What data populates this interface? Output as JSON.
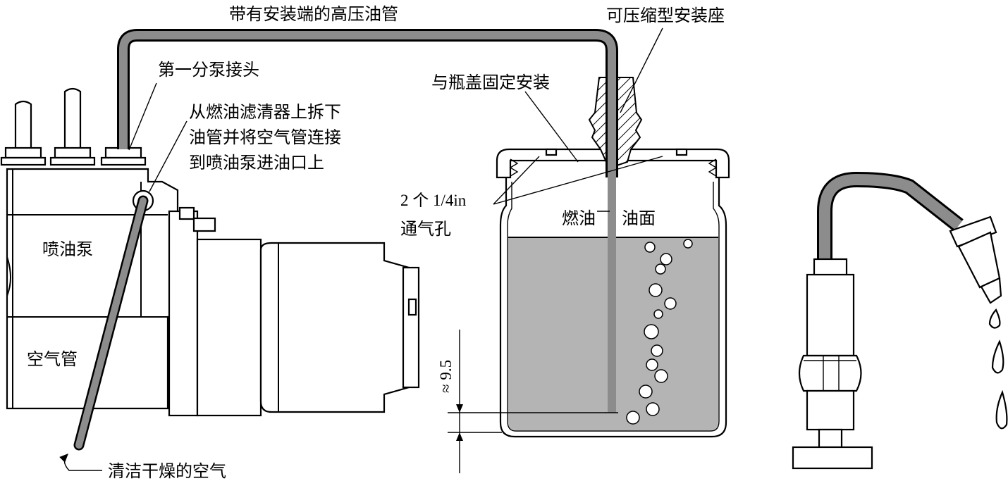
{
  "labels": {
    "high_pressure_pipe": "带有安装端的高压油管",
    "compressible_seat": "可压缩型安装座",
    "first_pump_fitting": "第一分泵接头",
    "cap_mount": "与瓶盖固定安装",
    "remove_pipe_line1": "从燃油滤清器上拆下",
    "remove_pipe_line2": "油管并将空气管连接",
    "remove_pipe_line3": "到喷油泵进油口上",
    "vent_holes_line1": "2 个 1/4in",
    "vent_holes_line2": "通气孔",
    "fuel": "燃油",
    "oil_level": "油面",
    "injection_pump": "喷油泵",
    "air_pipe": "空气管",
    "clean_dry_air": "清洁干燥的空气",
    "dimension": "≈ 9.5"
  },
  "colors": {
    "line": "#000000",
    "fuel_fill": "#b4b4b4",
    "hatch": "#000000",
    "air_hose": "#8c8c8c",
    "background": "#ffffff"
  }
}
